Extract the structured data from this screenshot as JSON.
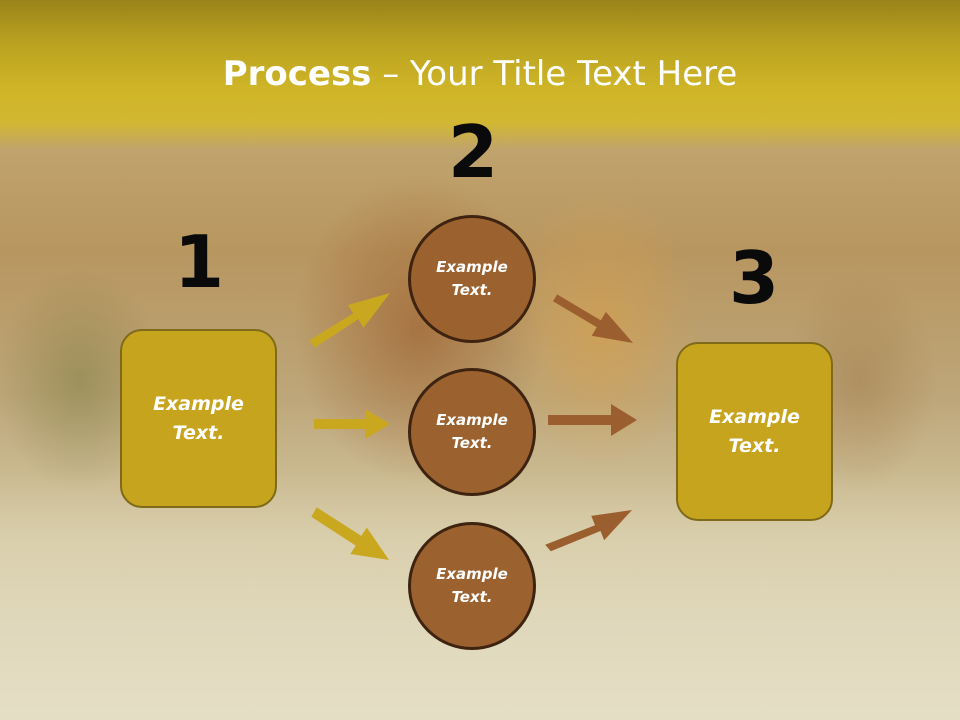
{
  "title": {
    "bold": "Process",
    "rest": " – Your Title Text Here"
  },
  "steps": [
    {
      "number": "1",
      "text": "Example\nText."
    },
    {
      "number": "2",
      "items": [
        "Example\nText.",
        "Example\nText.",
        "Example\nText."
      ]
    },
    {
      "number": "3",
      "text": "Example\nText."
    }
  ],
  "colors": {
    "title_bar": "#cfb526",
    "box_fill": "#c7a41d",
    "circle_fill": "#9b6230",
    "gold_arrow": "#c9a820",
    "brown_arrow": "#9b5e2e"
  }
}
